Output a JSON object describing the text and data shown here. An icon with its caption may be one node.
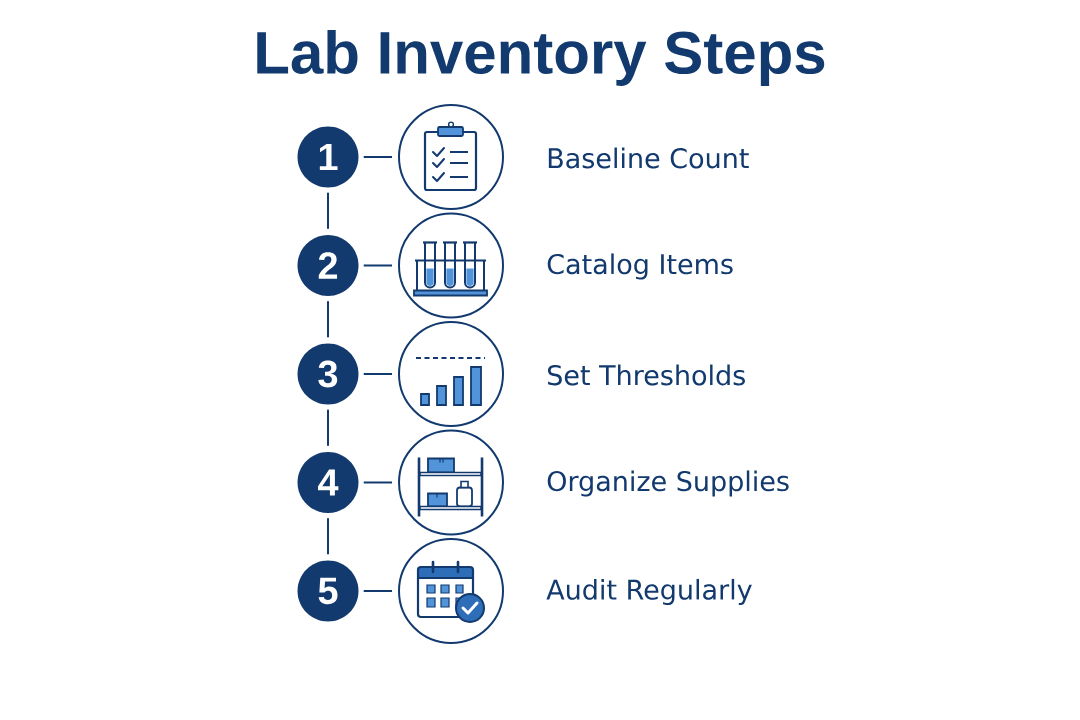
{
  "diagram": {
    "title": "Lab Inventory Steps",
    "nodes": [
      {
        "text": [
          "1"
        ]
      },
      {
        "text": [],
        "shape": "circle",
        "beside": [
          "Baseline Count"
        ]
      },
      {
        "text": [
          "2"
        ]
      },
      {
        "text": [],
        "shape": "circle",
        "beside": [
          "Catalog Items"
        ]
      },
      {
        "text": [
          "3"
        ]
      },
      {
        "text": [],
        "shape": "circle",
        "beside": [
          "Set Thresholds"
        ]
      },
      {
        "text": [
          "4"
        ]
      },
      {
        "text": [],
        "shape": "circle",
        "beside": [
          "Organize Supplies"
        ]
      },
      {
        "text": [
          "5"
        ]
      },
      {
        "text": [],
        "shape": "circle",
        "beside": [
          "Audit Regularly"
        ]
      }
    ],
    "edges": [
      {
        "from": 0,
        "to": 1,
        "arrow": "none"
      },
      {
        "from": 0,
        "to": 2,
        "arrow": "none"
      },
      {
        "from": 2,
        "to": 3,
        "arrow": "none"
      },
      {
        "from": 2,
        "to": 4,
        "arrow": "none"
      },
      {
        "from": 4,
        "to": 5,
        "arrow": "none"
      },
      {
        "from": 4,
        "to": 6,
        "arrow": "none"
      },
      {
        "from": 6,
        "to": 7,
        "arrow": "none"
      },
      {
        "from": 6,
        "to": 8,
        "arrow": "none"
      },
      {
        "from": 8,
        "to": 9,
        "arrow": "none"
      }
    ]
  }
}
